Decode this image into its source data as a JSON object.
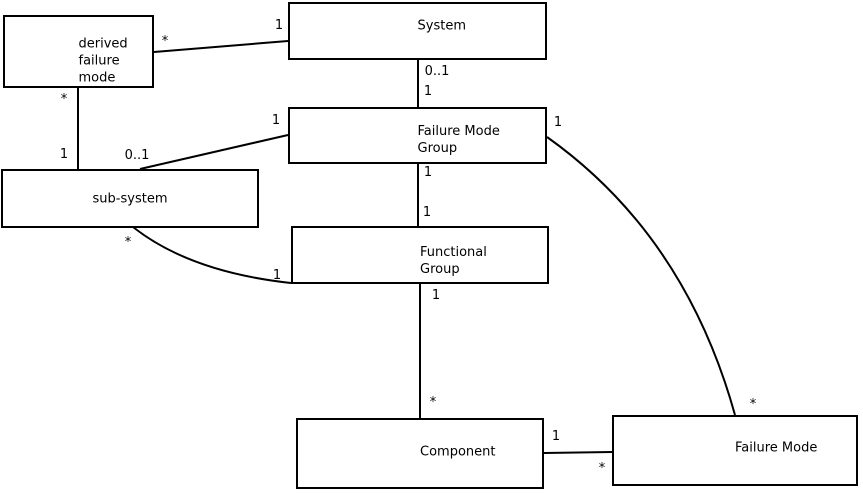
{
  "diagram": {
    "colors": {
      "background": "#ffffff",
      "stroke": "#000000",
      "text": "#000000"
    },
    "nodes": {
      "derived_failure_mode": {
        "lines": [
          "derived",
          "failure",
          "mode"
        ]
      },
      "system": {
        "label": "System"
      },
      "failure_mode_group": {
        "lines": [
          "Failure Mode",
          "Group"
        ]
      },
      "sub_system": {
        "label": "sub-system"
      },
      "functional_group": {
        "lines": [
          "Functional",
          "Group"
        ]
      },
      "component": {
        "label": "Component"
      },
      "failure_mode": {
        "label": "Failure Mode"
      }
    },
    "edges": {
      "derived_failure_mode__system": {
        "from": "derived failure mode",
        "to": "System",
        "from_mult": "*",
        "to_mult": "1"
      },
      "derived_failure_mode__sub_system": {
        "from": "derived failure mode",
        "to": "sub-system",
        "from_mult": "*",
        "to_mult": "1"
      },
      "failure_mode_group__sub_system": {
        "from": "Failure Mode Group",
        "to": "sub-system",
        "from_mult": "1",
        "to_mult": "0..1"
      },
      "system__failure_mode_group": {
        "from": "System",
        "to": "Failure Mode Group",
        "from_mult": "0..1",
        "to_mult": "1"
      },
      "failure_mode_group__functional_group": {
        "from": "Failure Mode Group",
        "to": "Functional Group",
        "from_mult": "1",
        "to_mult": "1"
      },
      "functional_group__component": {
        "from": "Functional Group",
        "to": "Component",
        "from_mult": "1",
        "to_mult": "*"
      },
      "sub_system__functional_group": {
        "from": "sub-system",
        "to": "Functional Group",
        "from_mult": "*",
        "to_mult": "1"
      },
      "failure_mode_group__failure_mode": {
        "from": "Failure Mode Group",
        "to": "Failure Mode",
        "from_mult": "1",
        "to_mult": "*"
      },
      "component__failure_mode": {
        "from": "Component",
        "to": "Failure Mode",
        "from_mult": "1",
        "to_mult": "*"
      }
    }
  }
}
